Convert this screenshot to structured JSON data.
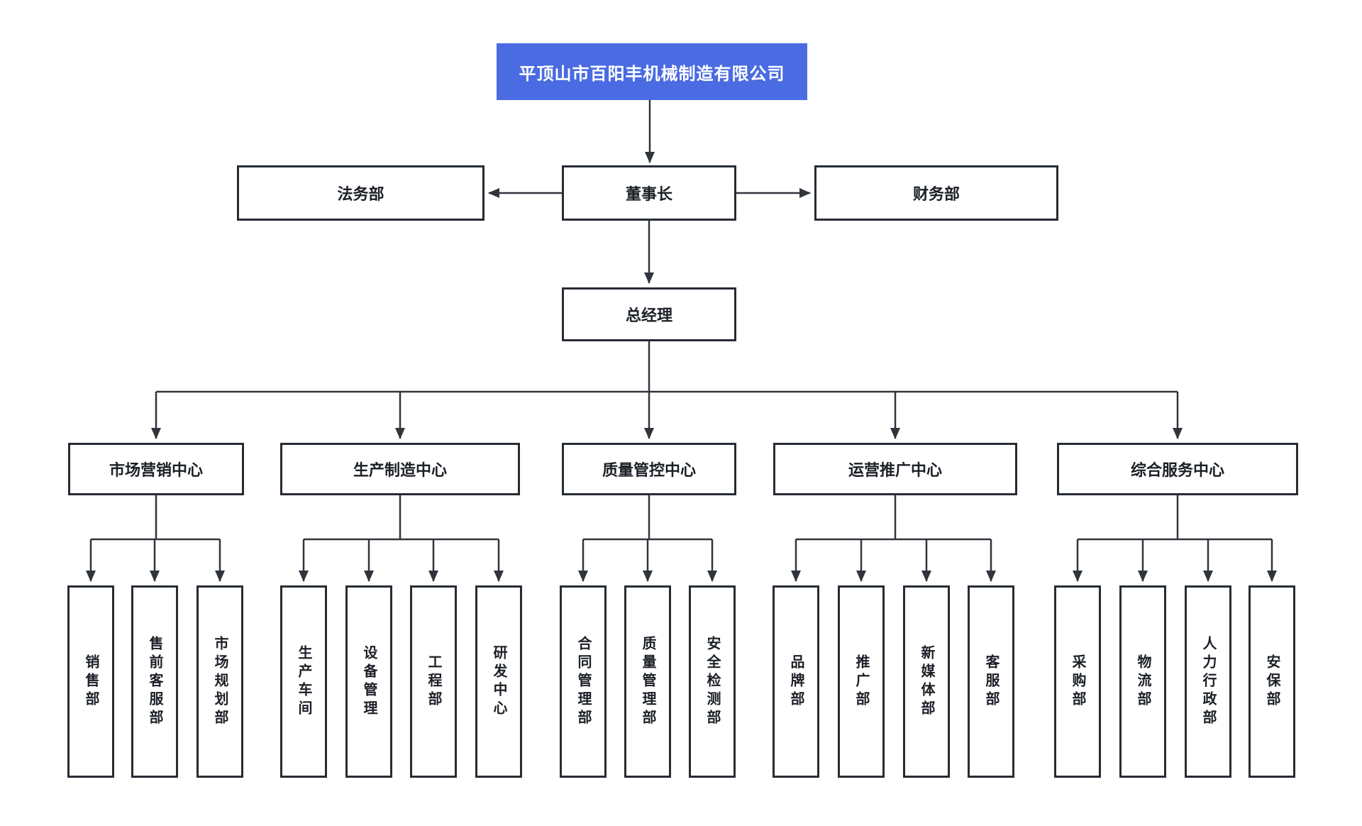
{
  "colors": {
    "accent_blue": "#4a6be1",
    "line_dark": "#30353c",
    "node_border": "#272c33",
    "node_bg": "#ffffff",
    "text_dark": "#1b1f26",
    "title_text": "#ffffff"
  },
  "org_chart": {
    "company": "平顶山市百阳丰机械制造有限公司",
    "level2": {
      "legal": "法务部",
      "chairman": "董事长",
      "finance": "财务部"
    },
    "general_manager": "总经理",
    "centers": [
      {
        "label": "市场营销中心",
        "departments": [
          "销售部",
          "售前客服部",
          "市场规划部"
        ]
      },
      {
        "label": "生产制造中心",
        "departments": [
          "生产车间",
          "设备管理",
          "工程部",
          "研发中心"
        ]
      },
      {
        "label": "质量管控中心",
        "departments": [
          "合同管理部",
          "质量管理部",
          "安全检测部"
        ]
      },
      {
        "label": "运营推广中心",
        "departments": [
          "品牌部",
          "推广部",
          "新媒体部",
          "客服部"
        ]
      },
      {
        "label": "综合服务中心",
        "departments": [
          "采购部",
          "物流部",
          "人力行政部",
          "安保部"
        ]
      }
    ]
  }
}
